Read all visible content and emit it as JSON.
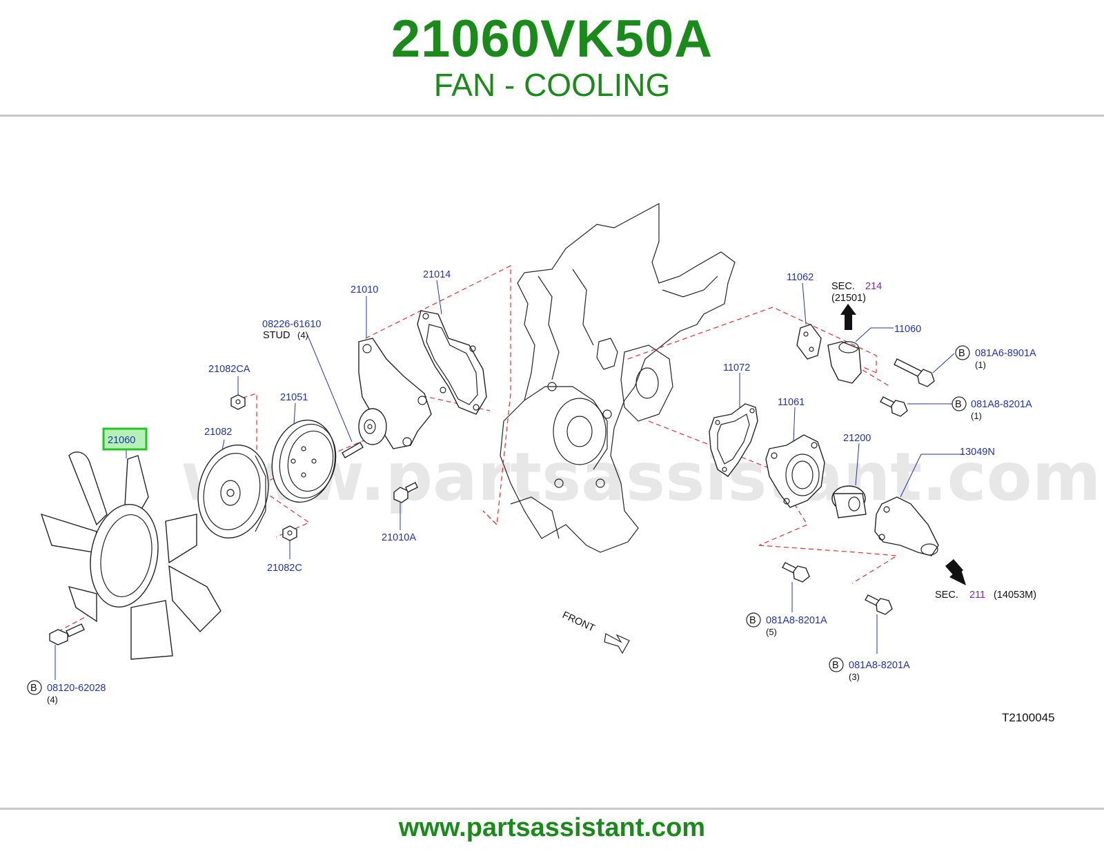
{
  "header": {
    "part_number": "21060VK50A",
    "part_name": "FAN - COOLING"
  },
  "watermark": "www.partsassistant.com",
  "footer": {
    "url": "www.partsassistant.com"
  },
  "diagram_code": "T2100045",
  "front_label": "FRONT",
  "highlight_color": "#22c422",
  "labels": {
    "p21060": "21060",
    "p21082": "21082",
    "p21082CA": "21082CA",
    "p21082C": "21082C",
    "p21051": "21051",
    "p08226": "08226-61610",
    "stud": "STUD",
    "stud_qty": "(4)",
    "p21010": "21010",
    "p21010A": "21010A",
    "p21014": "21014",
    "p11062": "11062",
    "p11060": "11060",
    "p11072": "11072",
    "p11061": "11061",
    "p21200": "21200",
    "p13049N": "13049N",
    "sec_top": "SEC.",
    "sec_top_num": "214",
    "sec_top_sub": "(21501)",
    "sec_bot": "SEC.",
    "sec_bot_num": "211",
    "sec_bot_sub": "(14053M)"
  },
  "bolts": [
    {
      "letter": "B",
      "code": "081A6-8901A",
      "qty": "(1)"
    },
    {
      "letter": "B",
      "code": "081A8-8201A",
      "qty": "(1)"
    },
    {
      "letter": "B",
      "code": "081A8-8201A",
      "qty": "(5)"
    },
    {
      "letter": "B",
      "code": "081A8-8201A",
      "qty": "(3)"
    },
    {
      "letter": "B",
      "code": "08120-62028",
      "qty": "(4)"
    }
  ]
}
